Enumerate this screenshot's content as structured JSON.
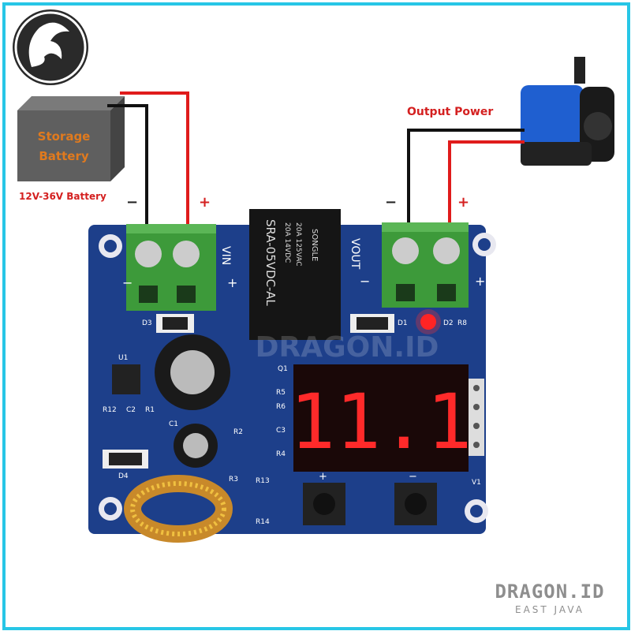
{
  "brand": {
    "name": "DRAGON.ID",
    "region": "EAST JAVA",
    "watermark": "DRAGON.ID",
    "logo_icon": "dragon-logo-icon"
  },
  "colors": {
    "frame": "#27c6e6",
    "board": "#1d3f8a",
    "terminal": "#3d9a3a",
    "wire_positive": "#e01b1b",
    "wire_negative": "#111111",
    "led_digits": "#ff2a2a",
    "label_red": "#d42020",
    "battery": "#5a5a5a",
    "battery_text": "#e07a1e"
  },
  "battery": {
    "title_line1": "Storage",
    "title_line2": "Battery",
    "voltage": "12V-36V Battery",
    "neg": "−",
    "pos": "+"
  },
  "output": {
    "label": "Output Power",
    "neg": "−",
    "pos": "+"
  },
  "board": {
    "vin": "VIN",
    "vout": "VOUT",
    "plus": "+",
    "minus": "−",
    "relay": {
      "brand": "SONGLE",
      "line1": "20A 14VDC",
      "line2": "20A 125VAC",
      "model": "SRA-05VDC-AL"
    },
    "display_value": "11.1",
    "components": [
      "D3",
      "U1",
      "R12",
      "C2",
      "R1",
      "C1",
      "D4",
      "R2",
      "R3",
      "R13",
      "R14",
      "Q1",
      "R5",
      "R6",
      "R4",
      "C3",
      "D1",
      "D2",
      "R8",
      "V1"
    ],
    "button_plus": "+",
    "button_minus": "−"
  }
}
